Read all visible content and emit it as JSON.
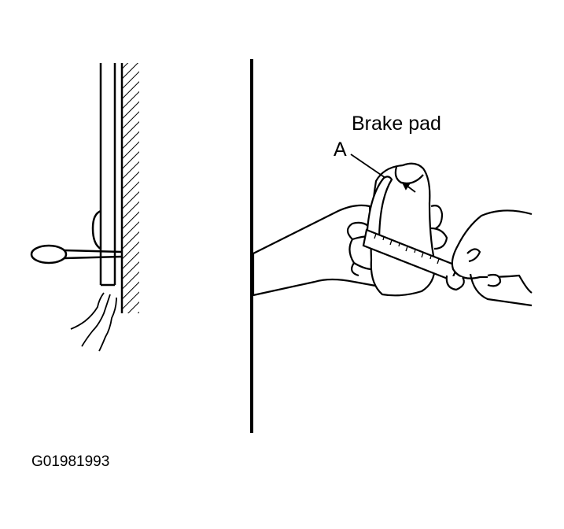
{
  "labels": {
    "brake_pad": "Brake pad",
    "callout_a": "A",
    "figure_code": "G01981993"
  },
  "colors": {
    "ink": "#000000",
    "paper": "#ffffff"
  }
}
